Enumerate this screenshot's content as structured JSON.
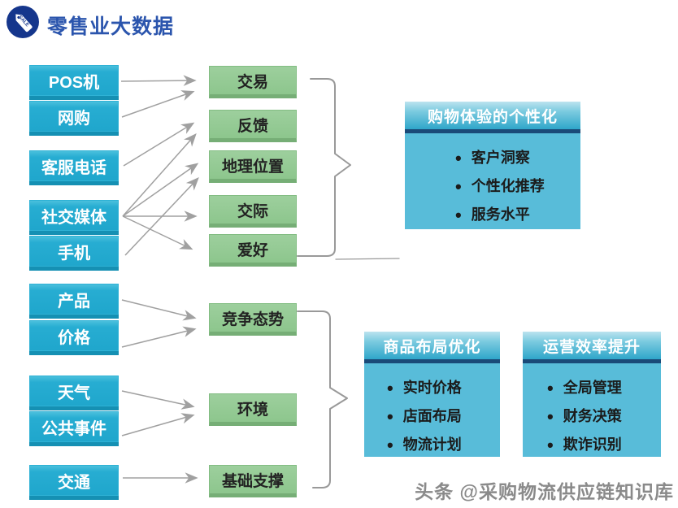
{
  "header": {
    "logo_icon": "sale-tag-icon",
    "logo_text": "SALE",
    "title": "零售业大数据"
  },
  "sources": [
    {
      "label": "POS机"
    },
    {
      "label": "网购"
    },
    {
      "label": "客服电话"
    },
    {
      "label": "社交媒体"
    },
    {
      "label": "手机"
    },
    {
      "label": "产品"
    },
    {
      "label": "价格"
    },
    {
      "label": "天气"
    },
    {
      "label": "公共事件"
    },
    {
      "label": "交通"
    }
  ],
  "categories": [
    {
      "label": "交易"
    },
    {
      "label": "反馈"
    },
    {
      "label": "地理位置"
    },
    {
      "label": "交际"
    },
    {
      "label": "爱好"
    },
    {
      "label": "竞争态势"
    },
    {
      "label": "环境"
    },
    {
      "label": "基础支撑"
    }
  ],
  "edges": [
    {
      "from": "POS机",
      "to": "交易"
    },
    {
      "from": "网购",
      "to": "交易"
    },
    {
      "from": "客服电话",
      "to": "反馈"
    },
    {
      "from": "社交媒体",
      "to": "反馈"
    },
    {
      "from": "社交媒体",
      "to": "地理位置"
    },
    {
      "from": "手机",
      "to": "地理位置"
    },
    {
      "from": "社交媒体",
      "to": "交际"
    },
    {
      "from": "社交媒体",
      "to": "爱好"
    },
    {
      "from": "产品",
      "to": "竞争态势"
    },
    {
      "from": "价格",
      "to": "竞争态势"
    },
    {
      "from": "天气",
      "to": "环境"
    },
    {
      "from": "公共事件",
      "to": "环境"
    },
    {
      "from": "交通",
      "to": "基础支撑"
    }
  ],
  "groups": [
    {
      "categories": [
        "交易",
        "反馈",
        "地理位置",
        "交际",
        "爱好"
      ],
      "panel": "购物体验的个性化"
    },
    {
      "categories": [
        "竞争态势",
        "环境",
        "基础支撑"
      ],
      "panel": "商品布局优化"
    }
  ],
  "panels": [
    {
      "title": "购物体验的个性化",
      "items": [
        "客户洞察",
        "个性化推荐",
        "服务水平"
      ]
    },
    {
      "title": "商品布局优化",
      "items": [
        "实时价格",
        "店面布局",
        "物流计划"
      ]
    },
    {
      "title": "运营效率提升",
      "items": [
        "全局管理",
        "财务决策",
        "欺诈识别"
      ]
    }
  ],
  "watermark": {
    "text": "头条 @采购物流供应链知识库"
  },
  "colors": {
    "title_blue": "#2b55ad",
    "logo_navy": "#15368c",
    "source_box": "#22abd0",
    "source_box_edge": "#1590b3",
    "category_box": "#93c993",
    "category_box_edge": "#76ae76",
    "panel_body": "#58bcd9",
    "panel_header": "#2fa6ca",
    "panel_divider": "#1a4a78",
    "arrow_gray": "#a0a0a0"
  }
}
